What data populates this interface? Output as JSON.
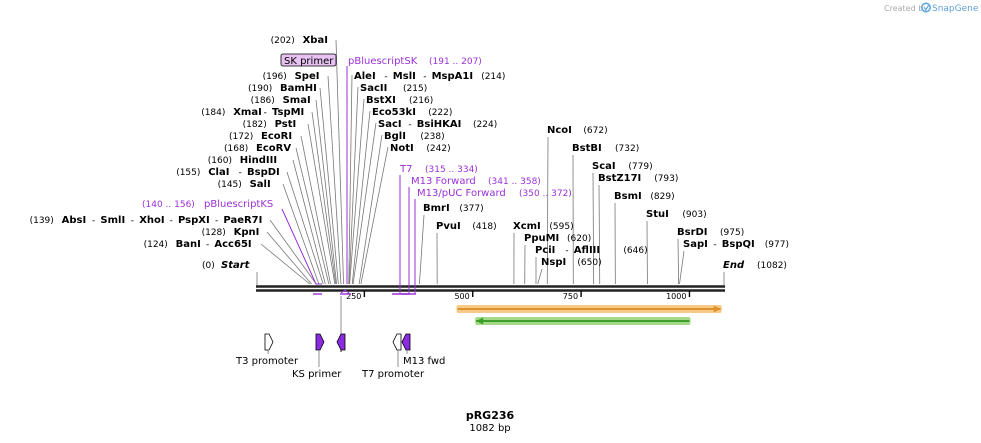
{
  "credit": {
    "prefix": "Created by",
    "brand": "SnapGene"
  },
  "plasmid": {
    "name": "pRG236",
    "length": "1082 bp",
    "length_bp": 1082
  },
  "ends": [
    {
      "pos": 0,
      "pos_label": "(0)",
      "label": "Start"
    },
    {
      "pos": 1082,
      "pos_label": "(1082)",
      "label": "End"
    }
  ],
  "ruler_ticks": [
    {
      "pos": 250,
      "label": "250"
    },
    {
      "pos": 500,
      "label": "500"
    },
    {
      "pos": 750,
      "label": "750"
    },
    {
      "pos": 1000,
      "label": "1000"
    }
  ],
  "enzymes_left": [
    {
      "pos": 202,
      "pos_label": "(202)",
      "names": [
        "XbaI"
      ]
    },
    {
      "pos": 196,
      "pos_label": "(196)",
      "names": [
        "SpeI"
      ]
    },
    {
      "pos": 190,
      "pos_label": "(190)",
      "names": [
        "BamHI"
      ]
    },
    {
      "pos": 186,
      "pos_label": "(186)",
      "names": [
        "SmaI"
      ]
    },
    {
      "pos": 184,
      "pos_label": "(184)",
      "names": [
        "XmaI",
        "TspMI"
      ]
    },
    {
      "pos": 182,
      "pos_label": "(182)",
      "names": [
        "PstI"
      ]
    },
    {
      "pos": 172,
      "pos_label": "(172)",
      "names": [
        "EcoRI"
      ]
    },
    {
      "pos": 168,
      "pos_label": "(168)",
      "names": [
        "EcoRV"
      ]
    },
    {
      "pos": 160,
      "pos_label": "(160)",
      "names": [
        "HindIII"
      ]
    },
    {
      "pos": 155,
      "pos_label": "(155)",
      "names": [
        "ClaI",
        "BspDI"
      ]
    },
    {
      "pos": 145,
      "pos_label": "(145)",
      "names": [
        "SalI"
      ]
    },
    {
      "pos": 139,
      "pos_label": "(139)",
      "names": [
        "AbsI",
        "SmlI",
        "XhoI",
        "PspXI",
        "PaeR7I"
      ]
    },
    {
      "pos": 128,
      "pos_label": "(128)",
      "names": [
        "KpnI"
      ]
    },
    {
      "pos": 124,
      "pos_label": "(124)",
      "names": [
        "BanI",
        "Acc65I"
      ]
    }
  ],
  "enzymes_right": [
    {
      "pos": 214,
      "pos_label": "(214)",
      "names": [
        "AleI",
        "MslI",
        "MspA1I"
      ]
    },
    {
      "pos": 215,
      "pos_label": "(215)",
      "names": [
        "SacII"
      ]
    },
    {
      "pos": 216,
      "pos_label": "(216)",
      "names": [
        "BstXI"
      ]
    },
    {
      "pos": 222,
      "pos_label": "(222)",
      "names": [
        "Eco53kI"
      ]
    },
    {
      "pos": 224,
      "pos_label": "(224)",
      "names": [
        "SacI",
        "BsiHKAI"
      ]
    },
    {
      "pos": 238,
      "pos_label": "(238)",
      "names": [
        "BglI"
      ]
    },
    {
      "pos": 242,
      "pos_label": "(242)",
      "names": [
        "NotI"
      ]
    },
    {
      "pos": 377,
      "pos_label": "(377)",
      "names": [
        "BmrI"
      ]
    },
    {
      "pos": 418,
      "pos_label": "(418)",
      "names": [
        "PvuI"
      ]
    },
    {
      "pos": 672,
      "pos_label": "(672)",
      "names": [
        "NcoI"
      ]
    },
    {
      "pos": 732,
      "pos_label": "(732)",
      "names": [
        "BstBI"
      ]
    },
    {
      "pos": 779,
      "pos_label": "(779)",
      "names": [
        "ScaI"
      ]
    },
    {
      "pos": 793,
      "pos_label": "(793)",
      "names": [
        "BstZ17I"
      ]
    },
    {
      "pos": 829,
      "pos_label": "(829)",
      "names": [
        "BsmI"
      ]
    },
    {
      "pos": 903,
      "pos_label": "(903)",
      "names": [
        "StuI"
      ]
    },
    {
      "pos": 975,
      "pos_label": "(975)",
      "names": [
        "BsrDI"
      ]
    },
    {
      "pos": 977,
      "pos_label": "(977)",
      "names": [
        "SapI",
        "BspQI"
      ]
    },
    {
      "pos": 595,
      "pos_label": "(595)",
      "names": [
        "XcmI"
      ]
    },
    {
      "pos": 620,
      "pos_label": "(620)",
      "names": [
        "PpuMI"
      ]
    },
    {
      "pos": 646,
      "pos_label": "(646)",
      "names": [
        "PciI",
        "AflIII"
      ]
    },
    {
      "pos": 650,
      "pos_label": "(650)",
      "names": [
        "NspI"
      ]
    }
  ],
  "primers": [
    {
      "name": "SK primer",
      "start": 191,
      "end": 207,
      "boxed": true
    },
    {
      "name": "pBluescriptSK",
      "start": 191,
      "end": 207,
      "range": "(191 .. 207)"
    },
    {
      "name": "pBluescriptKS",
      "start": 140,
      "end": 156,
      "range": "(140 .. 156)"
    },
    {
      "name": "T7",
      "start": 315,
      "end": 334,
      "range": "(315 .. 334)"
    },
    {
      "name": "M13 Forward",
      "start": 341,
      "end": 358,
      "range": "(341 .. 358)"
    },
    {
      "name": "M13/pUC Forward",
      "start": 350,
      "end": 372,
      "range": "(350 .. 372)"
    }
  ],
  "features": [
    {
      "name": "T3 promoter",
      "start": 1,
      "end": 19,
      "strand": "+",
      "style": "outline"
    },
    {
      "name": "KS primer",
      "start": 140,
      "end": 156,
      "strand": "+",
      "style": "filled"
    },
    {
      "name": "T7 promoter",
      "start": 315,
      "end": 334,
      "strand": "-",
      "style": "outline"
    },
    {
      "name": "M13 fwd",
      "start": 341,
      "end": 358,
      "strand": "-",
      "style": "filled"
    }
  ],
  "orfs": [
    {
      "start": 465,
      "end": 1072,
      "strand": "+",
      "fill": "#e0922a",
      "stroke": "#f7c98a"
    },
    {
      "start": 508,
      "end": 1000,
      "strand": "-",
      "fill": "#3aa02a",
      "stroke": "#a6d88a"
    }
  ],
  "colors": {
    "primer": "#9b30d9",
    "primer_fill": "#e8c2f2",
    "feature_fill": "#8a2be2",
    "backbone": "#222222"
  }
}
